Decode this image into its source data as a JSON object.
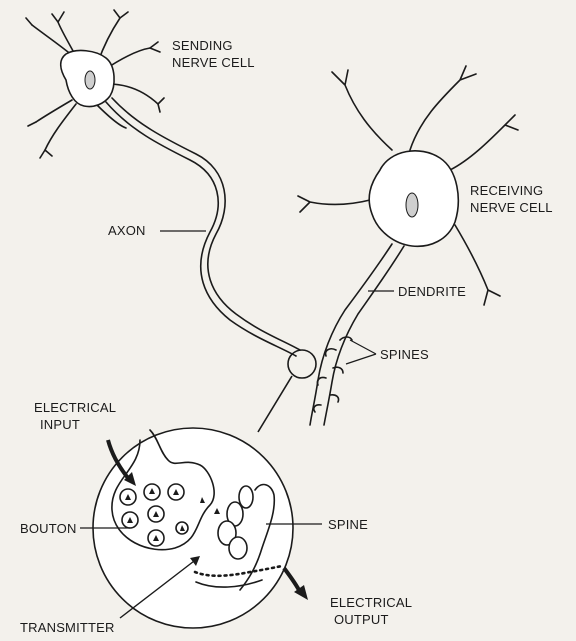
{
  "labels": {
    "sending_line1": "SENDING",
    "sending_line2": "NERVE CELL",
    "receiving_line1": "RECEIVING",
    "receiving_line2": "NERVE CELL",
    "axon": "AXON",
    "dendrite": "DENDRITE",
    "spines": "SPINES",
    "electrical_input_line1": "ELECTRICAL",
    "electrical_input_line2": "INPUT",
    "bouton": "BOUTON",
    "spine": "SPINE",
    "electrical_output_line1": "ELECTRICAL",
    "electrical_output_line2": "OUTPUT",
    "transmitter": "TRANSMITTER"
  },
  "colors": {
    "ink": "#1b1b1b",
    "paper": "#f3f1ec",
    "cell_fill": "#ffffff"
  }
}
